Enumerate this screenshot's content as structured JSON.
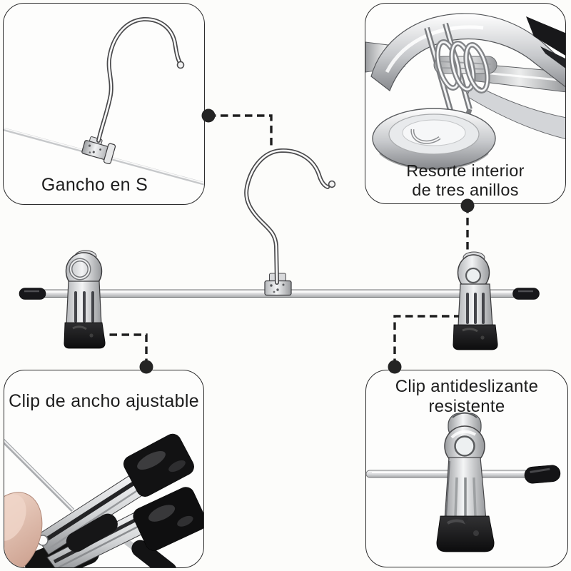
{
  "colors": {
    "background": "#fcfcfa",
    "panel_background": "#fdfdfc",
    "panel_border": "#2d2d2d",
    "connector": "#1f1f1f",
    "label_text": "#1d1d1d",
    "metal_light": "#f5f6f7",
    "metal_mid": "#c7c9cc",
    "metal_dark": "#85878b",
    "rubber_black": "#141414"
  },
  "callouts": {
    "hook": {
      "label": "Gancho en S"
    },
    "spring": {
      "line1": "Resorte interior",
      "line2": "de tres anillos"
    },
    "adjustable_clip": {
      "label": "Clip de ancho ajustable"
    },
    "grip_clip": {
      "line1": "Clip antideslizante",
      "line2": "resistente"
    }
  }
}
